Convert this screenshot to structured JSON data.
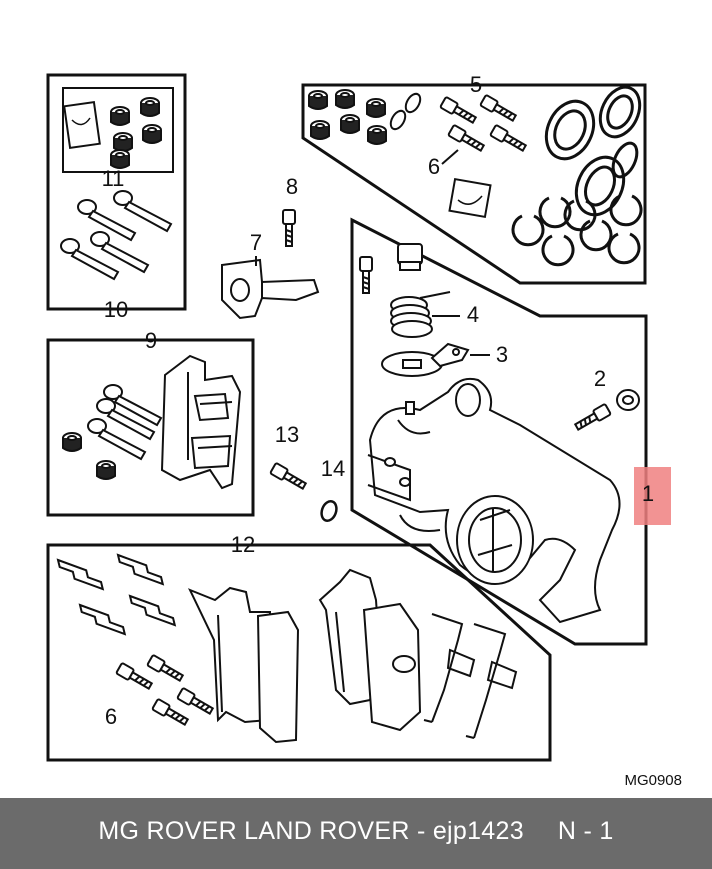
{
  "callouts": {
    "c1": "1",
    "c2": "2",
    "c3": "3",
    "c4": "4",
    "c5": "5",
    "c6a": "6",
    "c6b": "6",
    "c7": "7",
    "c8": "8",
    "c9": "9",
    "c10": "10",
    "c11": "11",
    "c12": "12",
    "c13": "13",
    "c14": "14"
  },
  "reference_code": "MG0908",
  "highlight_color": "#f08080",
  "footer": {
    "brand": "MG ROVER LAND ROVER - ejp1423",
    "position": "N - 1",
    "background": "#6b6b6b"
  }
}
